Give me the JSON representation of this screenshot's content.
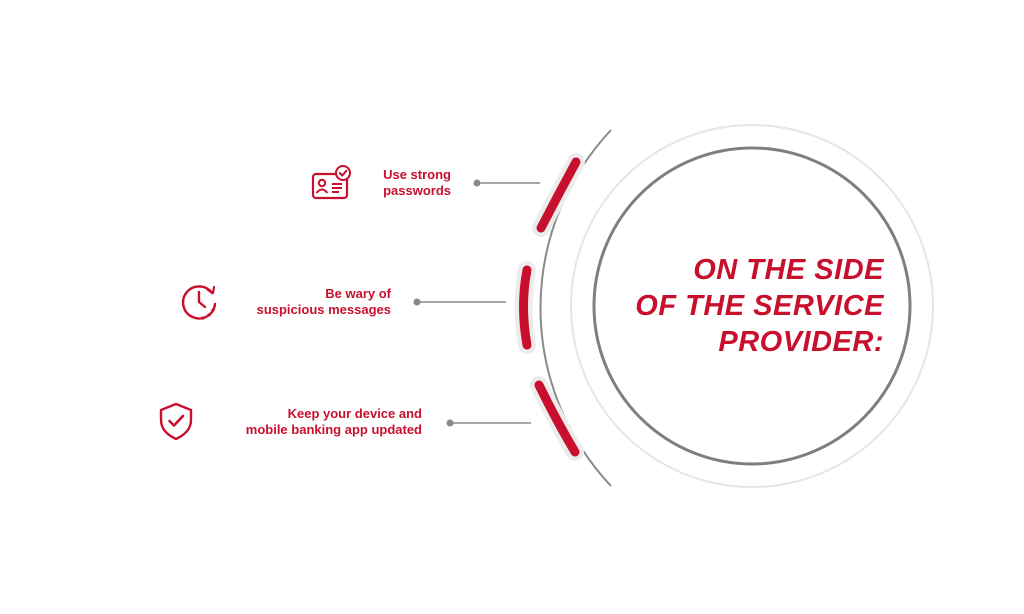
{
  "heading": {
    "lines": [
      "ON THE SIDE",
      "OF THE SERVICE",
      "PROVIDER:"
    ]
  },
  "tips": [
    {
      "lines": [
        "Use strong",
        "passwords"
      ],
      "icon": "id-card-check-icon"
    },
    {
      "lines": [
        "Be wary of",
        "suspicious messages"
      ],
      "icon": "clock-alert-icon"
    },
    {
      "lines": [
        "Keep your device and",
        "mobile banking app updated"
      ],
      "icon": "shield-check-icon"
    }
  ],
  "colors": {
    "accent": "#c8102e",
    "ring": "#7f7f7f",
    "ring_light": "#e4e4e4",
    "connector": "#8a8a8a"
  }
}
